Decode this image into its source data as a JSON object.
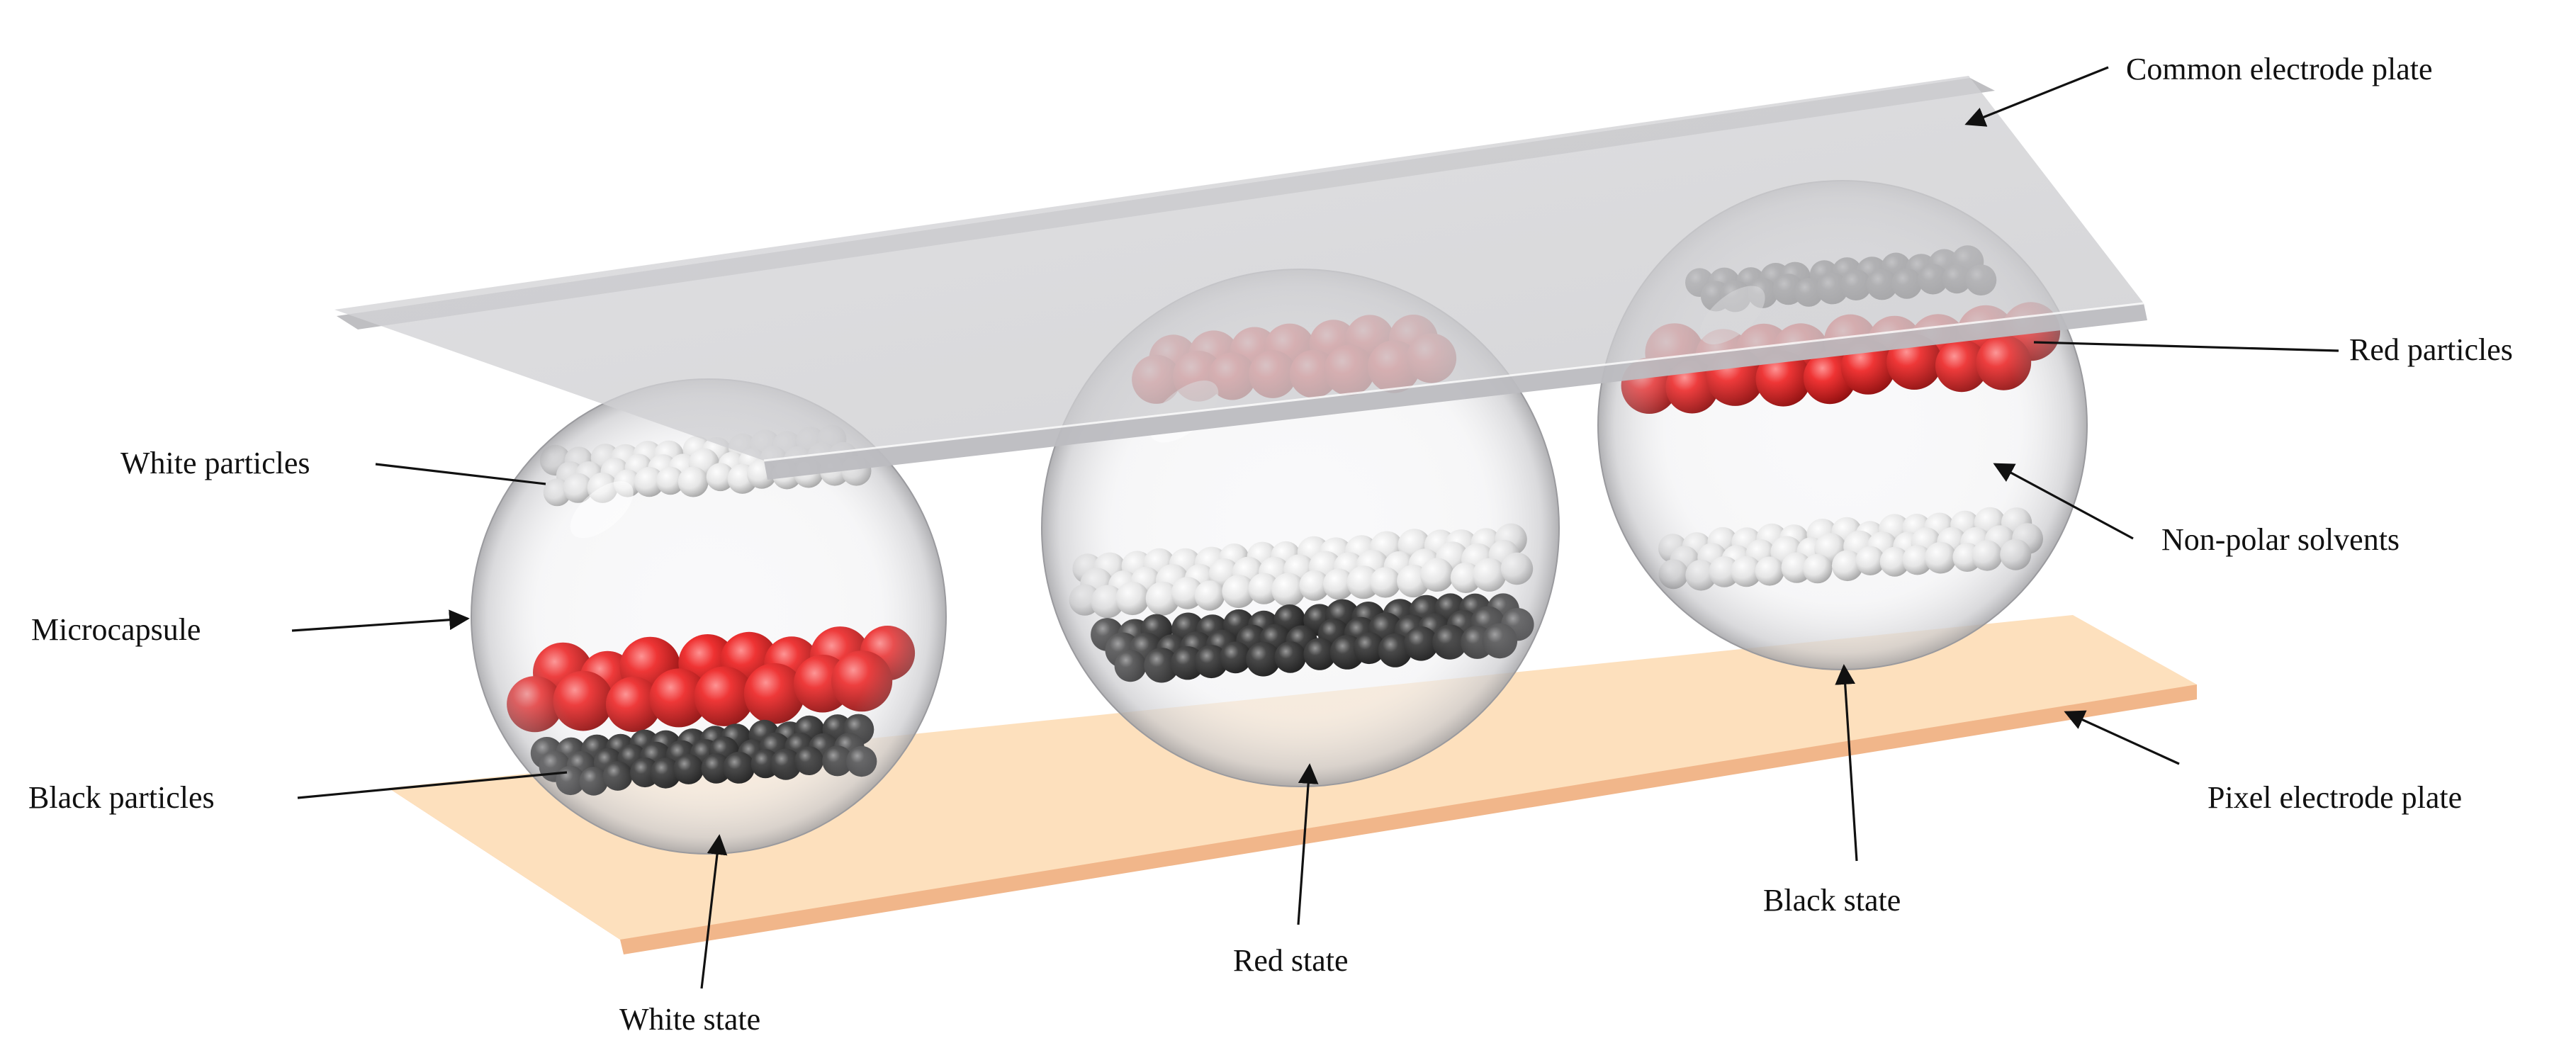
{
  "labels": {
    "common_electrode": "Common electrode plate",
    "red_particles": "Red particles",
    "white_particles": "White particles",
    "non_polar_solvents": "Non-polar solvents",
    "microcapsule": "Microcapsule",
    "black_particles": "Black particles",
    "pixel_electrode": "Pixel electrode plate",
    "black_state": "Black state",
    "red_state": "Red state",
    "white_state": "White state"
  },
  "capsules": [
    {
      "state": "white",
      "layers_top_to_bottom": [
        "white",
        "red",
        "black"
      ]
    },
    {
      "state": "red",
      "layers_top_to_bottom": [
        "red",
        "white",
        "black"
      ]
    },
    {
      "state": "black",
      "layers_top_to_bottom": [
        "black",
        "red",
        "white"
      ]
    }
  ],
  "colors": {
    "common_plate": "#d3d3d6",
    "pixel_plate": "#fde0bd",
    "red_particle": "#e01515",
    "black_particle": "#202020",
    "white_particle": "#e6e6e6"
  }
}
